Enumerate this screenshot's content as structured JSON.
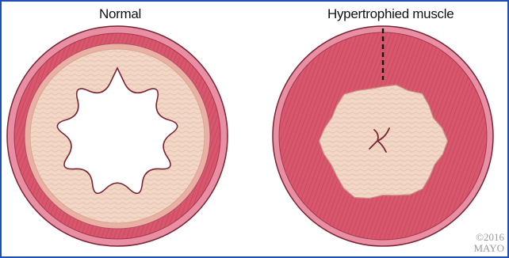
{
  "panels": [
    {
      "id": "normal",
      "label": "Normal"
    },
    {
      "id": "hypertrophied",
      "label": "Hypertrophied muscle"
    }
  ],
  "copyright": {
    "year_text": "©2016",
    "org_text": "MAYO"
  },
  "colors": {
    "frame_border": "#1f4fb3",
    "outer_ring": "#e88fa3",
    "muscle_layer": "#d9576c",
    "muscle_stripe": "#b83a52",
    "mucosa": "#f2d6c6",
    "mucosa_line": "#e3bfae",
    "lumen": "#ffffff",
    "outline": "#7a2333"
  }
}
